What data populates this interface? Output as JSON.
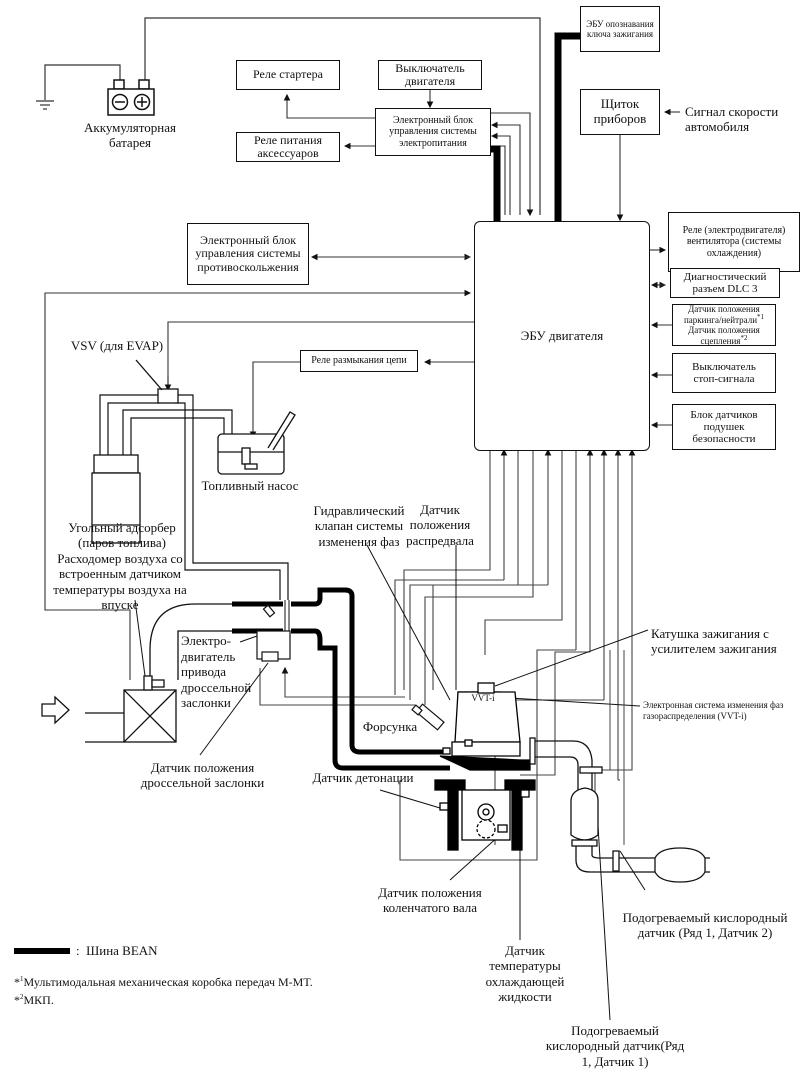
{
  "diagram": {
    "battery": {
      "label": "Аккумуляторная батарея",
      "minus": "−",
      "plus": "+"
    },
    "starter_relay": "Реле стартера",
    "engine_switch": "Выключатель двигателя",
    "power_ecu": "Электронный блок управления системы электропитания",
    "acc_relay": "Реле питания аксессуаров",
    "key_ecu": "ЭБУ опознавания ключа зажигания",
    "meter": "Щиток приборов",
    "speed_signal": "Сигнал скорости автомобиля",
    "skid_ecu": "Электронный блок управления системы противоскольжения",
    "engine_ecu": "ЭБУ двигателя",
    "fan_relay": "Реле (электродвигателя) вентилятора (системы охлаждения)",
    "dlc3": "Диагностический разъем DLC 3",
    "park_sensor": "Датчик положения паркинга/нейтрали",
    "park_sensor_sup": "*1",
    "clutch_sensor": "Датчик положения сцепления",
    "clutch_sensor_sup": "*2",
    "stop_switch": "Выключатель стоп-сигнала",
    "airbag": "Блок датчиков подушек безопасности",
    "circuit_relay": "Реле размыкания цепи",
    "vsv": "VSV (для EVAP)",
    "fuel_pump": "Топливный насос",
    "canister": "Угольный адсорбер (паров топлива)",
    "maf": "Расходомер воздуха со встроенным датчиком температуры воздуха на впуске",
    "ocv": "Гидравлический клапан системы изменения фаз",
    "cam_sensor": "Датчик положения распредвала",
    "throttle_motor": "Электро- двигатель привода дроссельной заслонки",
    "throttle_sensor": "Датчик положения дроссельной заслонки",
    "injector": "Форсунка",
    "ignition_coil": "Катушка зажигания с усилителем зажигания",
    "vvti_label": "VVT-i",
    "vvti_system": "Электронная система изменения фаз газораспределения (VVT-i)",
    "knock_sensor": "Датчик детонации",
    "crank_sensor": "Датчик положения коленчатого вала",
    "coolant_sensor": "Датчик температуры охлаждающей жидкости",
    "o2_s1": "Подогреваемый кислородный датчик(Ряд 1, Датчик 1)",
    "o2_s2": "Подогреваемый кислородный датчик (Ряд 1, Датчик 2)"
  },
  "legend": {
    "bean_label": "Шина BEAN",
    "colon": ":"
  },
  "notes": [
    {
      "mark": "*",
      "sup": "1",
      "text": "Мультимодальная механическая коробка передач M-MT."
    },
    {
      "mark": "*",
      "sup": "2",
      "text": "МКП."
    }
  ],
  "colors": {
    "line": "#111111",
    "thin_line": "#555555",
    "background": "#ffffff"
  }
}
